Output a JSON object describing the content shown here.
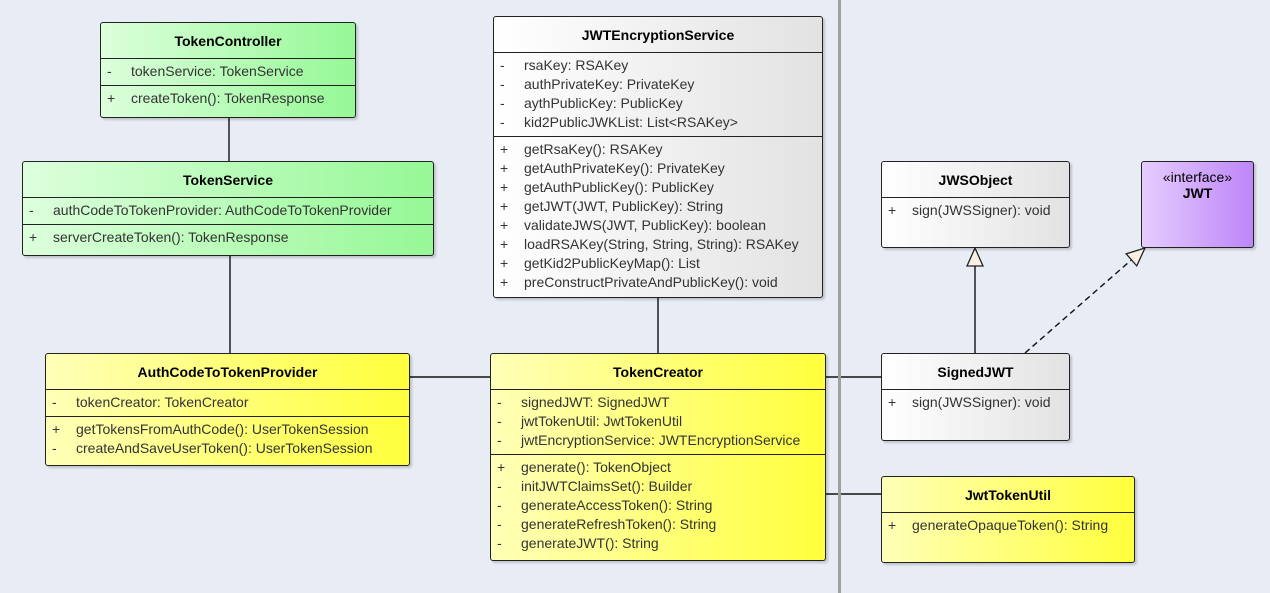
{
  "classes": [
    {
      "id": "token-controller",
      "name": "TokenController",
      "color": "green",
      "attributes": [
        {
          "vis": "-",
          "text": "tokenService: TokenService"
        }
      ],
      "operations": [
        {
          "vis": "+",
          "text": "createToken(): TokenResponse"
        }
      ]
    },
    {
      "id": "token-service",
      "name": "TokenService",
      "color": "green",
      "attributes": [
        {
          "vis": "-",
          "text": "authCodeToTokenProvider: AuthCodeToTokenProvider"
        }
      ],
      "operations": [
        {
          "vis": "+",
          "text": "serverCreateToken(): TokenResponse"
        }
      ]
    },
    {
      "id": "auth-code-to-token-provider",
      "name": "AuthCodeToTokenProvider",
      "color": "yellow",
      "attributes": [
        {
          "vis": "-",
          "text": "tokenCreator: TokenCreator"
        }
      ],
      "operations": [
        {
          "vis": "+",
          "text": "getTokensFromAuthCode(): UserTokenSession"
        },
        {
          "vis": "-",
          "text": "createAndSaveUserToken(): UserTokenSession"
        }
      ]
    },
    {
      "id": "jwt-encryption-service",
      "name": "JWTEncryptionService",
      "color": "white",
      "attributes": [
        {
          "vis": "-",
          "text": "rsaKey: RSAKey"
        },
        {
          "vis": "-",
          "text": "authPrivateKey: PrivateKey"
        },
        {
          "vis": "-",
          "text": "aythPublicKey: PublicKey"
        },
        {
          "vis": "-",
          "text": "kid2PublicJWKList: List<RSAKey>"
        }
      ],
      "operations": [
        {
          "vis": "+",
          "text": "getRsaKey(): RSAKey"
        },
        {
          "vis": "+",
          "text": "getAuthPrivateKey(): PrivateKey"
        },
        {
          "vis": "+",
          "text": "getAuthPublicKey(): PublicKey"
        },
        {
          "vis": "+",
          "text": "getJWT(JWT, PublicKey): String"
        },
        {
          "vis": "+",
          "text": "validateJWS(JWT, PublicKey): boolean"
        },
        {
          "vis": "+",
          "text": "loadRSAKey(String, String, String): RSAKey"
        },
        {
          "vis": "+",
          "text": "getKid2PublicKeyMap(): List"
        },
        {
          "vis": "+",
          "text": "preConstructPrivateAndPublicKey(): void"
        }
      ]
    },
    {
      "id": "token-creator",
      "name": "TokenCreator",
      "color": "yellow",
      "attributes": [
        {
          "vis": "-",
          "text": "signedJWT: SignedJWT"
        },
        {
          "vis": "-",
          "text": "jwtTokenUtil: JwtTokenUtil"
        },
        {
          "vis": "-",
          "text": "jwtEncryptionService: JWTEncryptionService"
        }
      ],
      "operations": [
        {
          "vis": "+",
          "text": "generate(): TokenObject"
        },
        {
          "vis": "-",
          "text": "initJWTClaimsSet(): Builder"
        },
        {
          "vis": "-",
          "text": "generateAccessToken(): String"
        },
        {
          "vis": "-",
          "text": "generateRefreshToken(): String"
        },
        {
          "vis": "-",
          "text": "generateJWT(): String"
        }
      ]
    },
    {
      "id": "jws-object",
      "name": "JWSObject",
      "color": "white",
      "attributes": [],
      "operations": [
        {
          "vis": "+",
          "text": "sign(JWSSigner): void"
        }
      ]
    },
    {
      "id": "jwt",
      "name": "JWT",
      "stereotype": "«interface»",
      "color": "purple",
      "attributes": [],
      "operations": []
    },
    {
      "id": "signed-jwt",
      "name": "SignedJWT",
      "color": "white",
      "attributes": [],
      "operations": [
        {
          "vis": "+",
          "text": "sign(JWSSigner): void"
        }
      ]
    },
    {
      "id": "jwt-token-util",
      "name": "JwtTokenUtil",
      "color": "yellow",
      "attributes": [],
      "operations": [
        {
          "vis": "+",
          "text": "generateOpaqueToken(): String"
        }
      ]
    }
  ],
  "relations": [
    {
      "from": "token-controller",
      "to": "token-service",
      "type": "association"
    },
    {
      "from": "token-service",
      "to": "auth-code-to-token-provider",
      "type": "association"
    },
    {
      "from": "auth-code-to-token-provider",
      "to": "token-creator",
      "type": "association"
    },
    {
      "from": "token-creator",
      "to": "jwt-encryption-service",
      "type": "association"
    },
    {
      "from": "token-creator",
      "to": "signed-jwt",
      "type": "association"
    },
    {
      "from": "token-creator",
      "to": "jwt-token-util",
      "type": "association"
    },
    {
      "from": "signed-jwt",
      "to": "jws-object",
      "type": "generalization"
    },
    {
      "from": "signed-jwt",
      "to": "jwt",
      "type": "realization"
    }
  ]
}
